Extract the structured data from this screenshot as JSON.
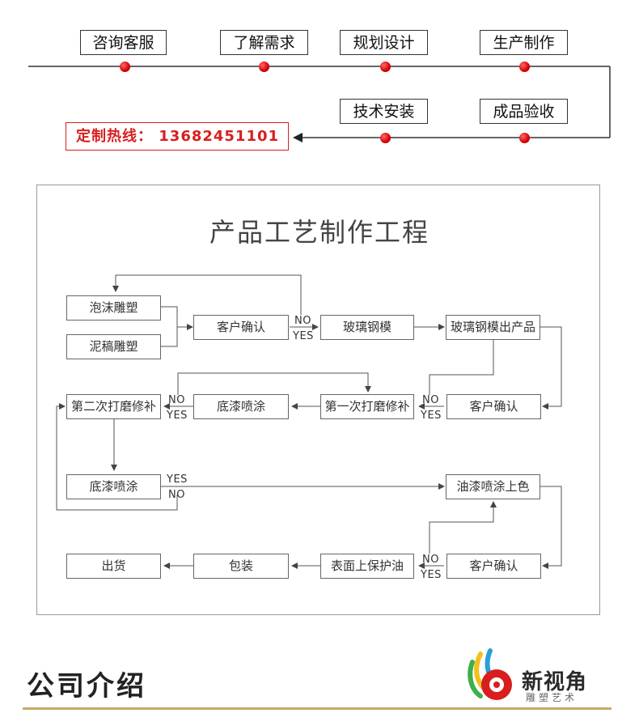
{
  "process": {
    "top_row": [
      "咨询客服",
      "了解需求",
      "规划设计",
      "生产制作"
    ],
    "bottom_row": [
      "技术安装",
      "成品验收"
    ],
    "hotline": "定制热线： 13682451101"
  },
  "flowchart": {
    "title": "产品工艺制作工程",
    "nodes": {
      "foam_carving": "泡沫雕塑",
      "clay_carving": "泥稿雕塑",
      "confirm_1": "客户确认",
      "fiberglass_mold": "玻璃钢模",
      "mold_product": "玻璃钢模出产品",
      "confirm_2": "客户确认",
      "first_polish": "第一次打磨修补",
      "primer_1": "底漆喷涂",
      "second_polish": "第二次打磨修补",
      "primer_2": "底漆喷涂",
      "oil_paint": "油漆喷涂上色",
      "confirm_3": "客户确认",
      "protective_oil": "表面上保护油",
      "packaging": "包装",
      "shipping": "出货"
    },
    "labels": {
      "yes": "YES",
      "no": "NO"
    }
  },
  "footer": {
    "section_title": "公司介绍",
    "brand_name": "新视角",
    "brand_tagline": "雕塑艺术"
  },
  "colors": {
    "accent": "#d81e1e",
    "gold_rule": "#c9a96a"
  }
}
